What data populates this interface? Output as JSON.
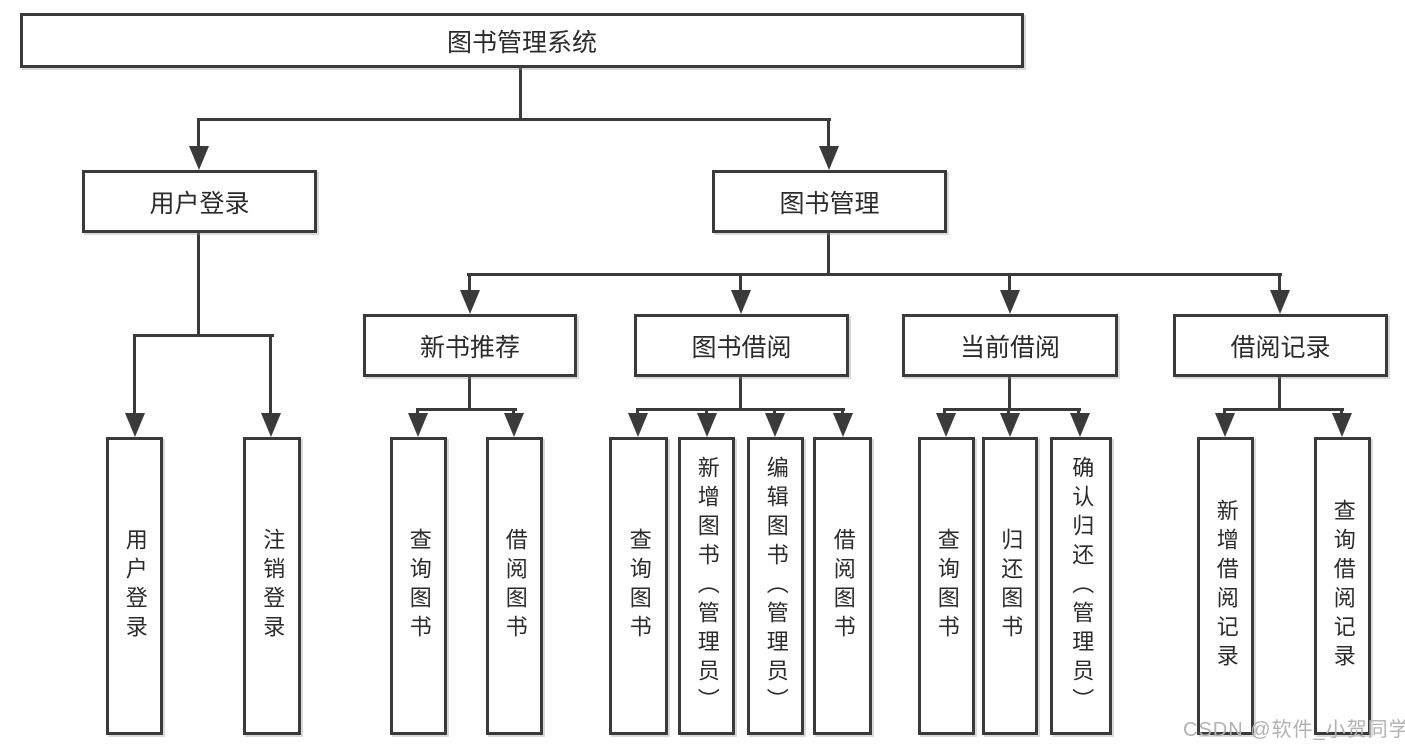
{
  "tree": {
    "label": "图书管理系统",
    "children": [
      {
        "label": "用户登录",
        "children": [
          {
            "label": "用户登录"
          },
          {
            "label": "注销登录"
          }
        ]
      },
      {
        "label": "图书管理",
        "children": [
          {
            "label": "新书推荐",
            "children": [
              {
                "label": "查询图书"
              },
              {
                "label": "借阅图书"
              }
            ]
          },
          {
            "label": "图书借阅",
            "children": [
              {
                "label": "查询图书"
              },
              {
                "label": "新增图书（管理员）"
              },
              {
                "label": "编辑图书（管理员）"
              },
              {
                "label": "借阅图书"
              }
            ]
          },
          {
            "label": "当前借阅",
            "children": [
              {
                "label": "查询图书"
              },
              {
                "label": "归还图书"
              },
              {
                "label": "确认归还（管理员）"
              }
            ]
          },
          {
            "label": "借阅记录",
            "children": [
              {
                "label": "新增借阅记录"
              },
              {
                "label": "查询借阅记录"
              }
            ]
          }
        ]
      }
    ]
  },
  "watermark": {
    "text": "CSDN @软件_小贺同学"
  },
  "colors": {
    "line": "#3a3a3a",
    "text": "#2b2b2b",
    "box_background": "#ffffff",
    "page_background": "#ffffff",
    "watermark": "#b2b2b2"
  }
}
